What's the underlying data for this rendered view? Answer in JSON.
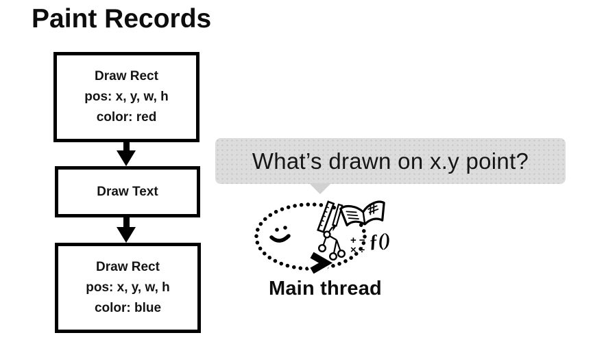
{
  "slide": {
    "title": "Paint Records"
  },
  "flow": {
    "boxes": [
      {
        "lines": [
          "Draw Rect",
          "pos: x, y, w, h",
          "color: red"
        ]
      },
      {
        "lines": [
          "Draw Text"
        ]
      },
      {
        "lines": [
          "Draw Rect",
          "pos: x, y, w, h",
          "color: blue"
        ]
      }
    ]
  },
  "bubble": {
    "text": "What’s drawn on x.y point?"
  },
  "illustration": {
    "label": "Main thread",
    "math_row1": "+ −",
    "math_row2": "× ÷",
    "function_text": "ƒ()"
  },
  "colors": {
    "ink": "#000000",
    "bubble_bg": "#dcdcdc",
    "background": "#ffffff"
  }
}
